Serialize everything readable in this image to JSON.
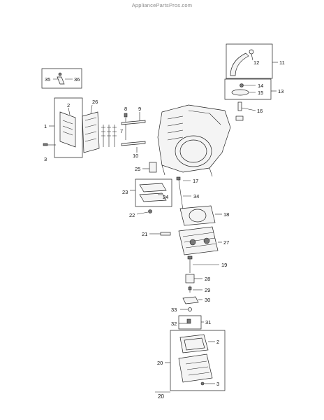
{
  "header": {
    "watermark": "AppliancePartsPros.com"
  },
  "footer": {
    "page_number": "20"
  },
  "callouts": {
    "c1": "1",
    "c2a": "2",
    "c2b": "2",
    "c3a": "3",
    "c3b": "3",
    "c7": "7",
    "c8": "8",
    "c9": "9",
    "c10": "10",
    "c11": "11",
    "c12": "12",
    "c13": "13",
    "c14": "14",
    "c15": "15",
    "c16": "16",
    "c17": "17",
    "c18": "18",
    "c19": "19",
    "c20": "20",
    "c21": "21",
    "c22": "22",
    "c23": "23",
    "c24": "24",
    "c25": "25",
    "c26": "26",
    "c27": "27",
    "c28": "28",
    "c29": "29",
    "c30": "30",
    "c31": "31",
    "c32": "32",
    "c33": "33",
    "c34": "34",
    "c35": "35",
    "c36": "36"
  }
}
